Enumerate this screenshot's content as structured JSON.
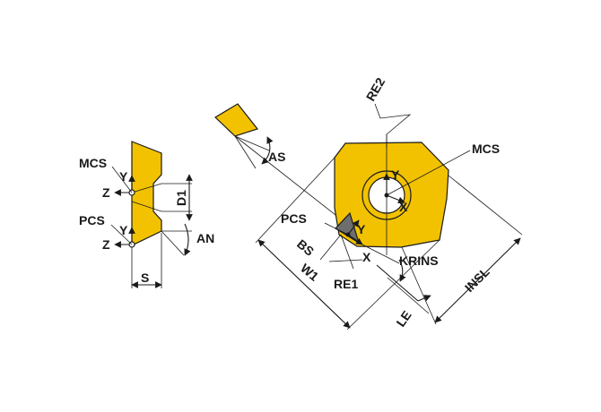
{
  "colors": {
    "insert": "#f2c200",
    "insert_dark": "#b8940a",
    "corner": "#6e6e6e",
    "line": "#1a1a1a",
    "background": "#ffffff"
  },
  "labels": {
    "mcs_side": "MCS",
    "y_side_top": "Y",
    "z_side_top": "Z",
    "pcs_side": "PCS",
    "y_side_bottom": "Y",
    "z_side_bottom": "Z",
    "d1": "D1",
    "an": "AN",
    "s": "S",
    "as": "AS",
    "re2": "RE2",
    "mcs_top": "MCS",
    "y_top": "Y",
    "x_top": "X",
    "pcs_top": "PCS",
    "y_corner": "Y",
    "x_corner": "X",
    "bs": "BS",
    "w1": "W1",
    "re1": "RE1",
    "krins": "KRINS",
    "insl": "INSL",
    "le": "LE"
  }
}
